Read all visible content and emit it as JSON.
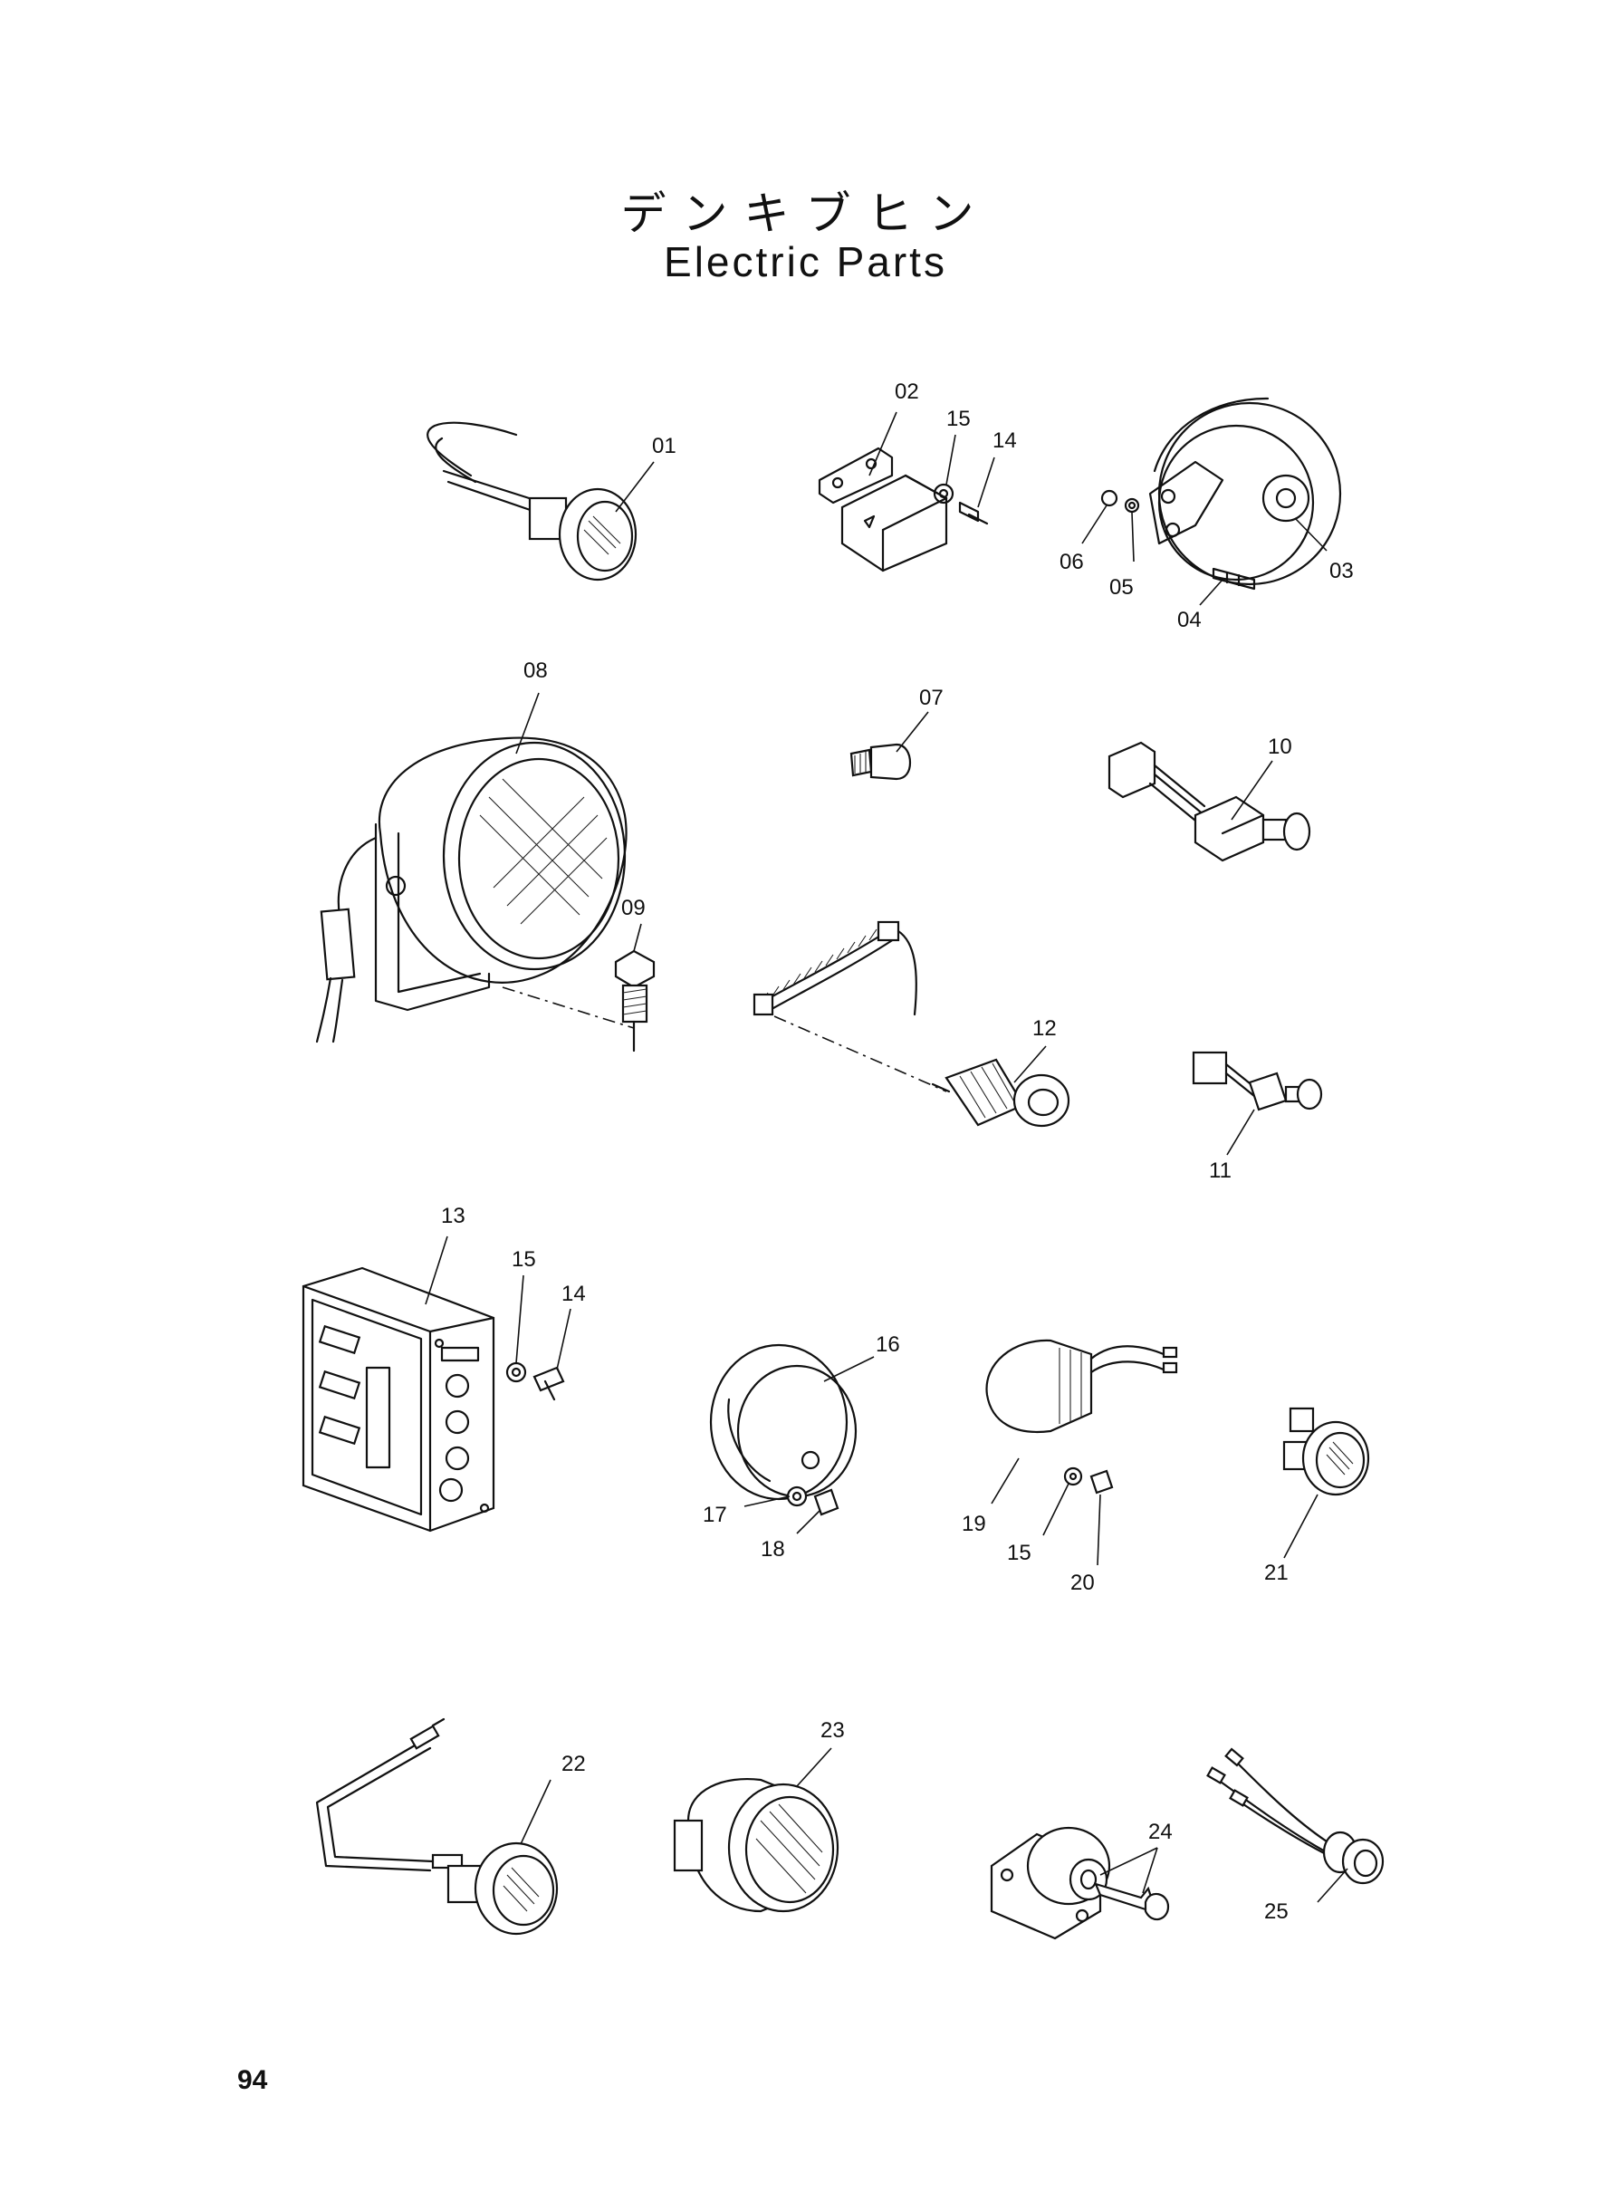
{
  "title": {
    "japanese": "デンキブヒン",
    "english": "Electric Parts"
  },
  "page_number": "94",
  "callouts": [
    {
      "id": "c01",
      "text": "01"
    },
    {
      "id": "c02",
      "text": "02"
    },
    {
      "id": "c15a",
      "text": "15"
    },
    {
      "id": "c14a",
      "text": "14"
    },
    {
      "id": "c03",
      "text": "03"
    },
    {
      "id": "c04",
      "text": "04"
    },
    {
      "id": "c05",
      "text": "05"
    },
    {
      "id": "c06",
      "text": "06"
    },
    {
      "id": "c07",
      "text": "07"
    },
    {
      "id": "c08",
      "text": "08"
    },
    {
      "id": "c09",
      "text": "09"
    },
    {
      "id": "c10",
      "text": "10"
    },
    {
      "id": "c11",
      "text": "11"
    },
    {
      "id": "c12",
      "text": "12"
    },
    {
      "id": "c13",
      "text": "13"
    },
    {
      "id": "c15b",
      "text": "15"
    },
    {
      "id": "c14b",
      "text": "14"
    },
    {
      "id": "c16",
      "text": "16"
    },
    {
      "id": "c17",
      "text": "17"
    },
    {
      "id": "c18",
      "text": "18"
    },
    {
      "id": "c19",
      "text": "19"
    },
    {
      "id": "c15c",
      "text": "15"
    },
    {
      "id": "c20",
      "text": "20"
    },
    {
      "id": "c21",
      "text": "21"
    },
    {
      "id": "c22",
      "text": "22"
    },
    {
      "id": "c23",
      "text": "23"
    },
    {
      "id": "c24",
      "text": "24"
    },
    {
      "id": "c25",
      "text": "25"
    }
  ]
}
